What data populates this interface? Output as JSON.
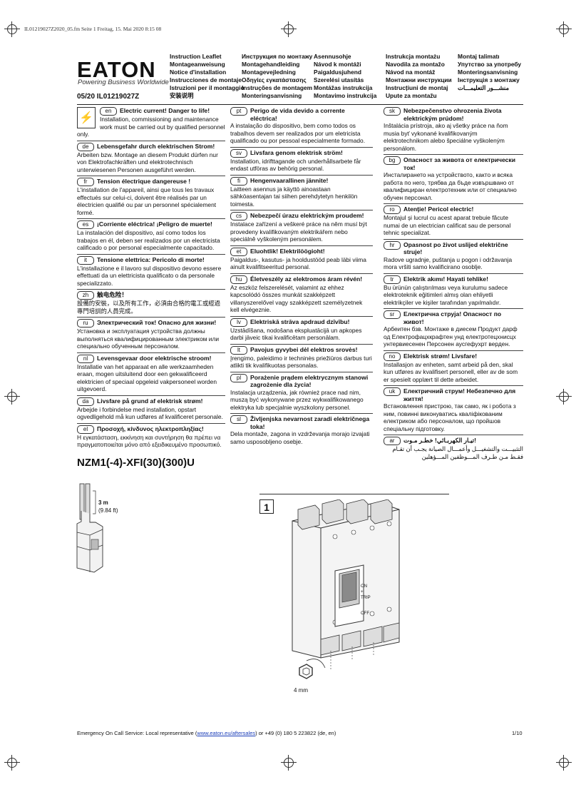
{
  "print_header": "IL01219027Z2020_05.fm  Seite 1  Freitag, 15. Mai 2020  8:15 08",
  "brand": {
    "logo_text": "EATON",
    "tagline": "Powering Business Worldwide",
    "doc_number": "05/20 IL01219027Z"
  },
  "leaflet_titles": {
    "col1": [
      "Instruction Leaflet",
      "Montageanweisung",
      "Notice d'installation",
      "Instrucciones de montaje",
      "Istruzioni per il montaggio",
      "安装说明"
    ],
    "col2": [
      "Инструкция по монтажу",
      "Montagehandleiding",
      "Montagevejledning",
      "Οδηγίες εγκατάστασης",
      "Instruções de montagem",
      "Monteringsanvisning"
    ],
    "col3": [
      "Asennusohje",
      "Návod k montáži",
      "Paigaldusjuhend",
      "Szerelési utasítás",
      "Montážas instrukcija",
      "Montavimo instrukcija"
    ],
    "col4": [
      "Instrukcja montażu",
      "Navodila za montažo",
      "Návod na montáž",
      "Монтажни инструкции",
      "Instrucțiuni de montaj",
      "Upute za montažu"
    ],
    "col5": [
      "Montaj talimatı",
      "Упутство за употребу",
      "Monteringsanvisning",
      "Інструкція з монтажу",
      "منشـــور التعليمـــات"
    ]
  },
  "warnings": {
    "col1": [
      {
        "lang": "en",
        "title": "Electric current! Danger to life!",
        "body": "Installation, commissioning and maintenance work must be carried out by qualified personnel only."
      },
      {
        "lang": "de",
        "title": "Lebensgefahr durch elektrischen Strom!",
        "body": "Arbeiten bzw. Montage an diesem Produkt dürfen nur von Elektrofachkräften und elektrotechnisch unterwiesenen Personen ausgeführt werden."
      },
      {
        "lang": "fr",
        "title": "Tension électrique dangereuse !",
        "body": "L'installation de l'appareil, ainsi que tous les travaux effectués sur celui-ci, doivent être réalisés par un électricien qualifié ou par un personnel spécialement formé."
      },
      {
        "lang": "es",
        "title": "¡Corriente eléctrica! ¡Peligro de muerte!",
        "body": "La instalación del dispositivo, así como todos los trabajos en él, deben ser realizados por un electricista calificado o por personal especialmente capacitado."
      },
      {
        "lang": "it",
        "title": "Tensione elettrica: Pericolo di morte!",
        "body": "L'installazione e il lavoro sul dispositivo devono essere effettuati da un elettricista qualificato o da personale specializzato."
      },
      {
        "lang": "zh",
        "title": "触电危险！",
        "body": "設備的安裝，以及所有工作，必須由合格的電工或經過專門培訓的人員完成。"
      },
      {
        "lang": "ru",
        "title": "Электрический ток! Опасно для жизни!",
        "body": "Установка и эксплуатация устройства должны выполняться квалифицированным электриком или специально обученным персоналом."
      },
      {
        "lang": "nl",
        "title": "Levensgevaar door elektrische stroom!",
        "body": "Installatie van het apparaat en alle werkzaamheden eraan, mogen uitsluitend door een gekwalificeerd elektricien of speciaal opgeleid vakpersoneel worden uitgevoerd."
      },
      {
        "lang": "da",
        "title": "Livsfare på grund af elektrisk strøm!",
        "body": "Arbejde i forbindelse med installation, opstart ogvedligehold må kun udføres af kvalificeret personale."
      },
      {
        "lang": "el",
        "title": "Προσοχή, κίνδυνος ηλεκτροπληξίας!",
        "body": "Η εγκατάσταση, εκκίνηση και συντήρηση θα πρέπει να πραγματοποιείται μόνο από εξειδικευμένο προσωπικό."
      }
    ],
    "col2": [
      {
        "lang": "pt",
        "title": "Perigo de vida devido a corrente eléctrica!",
        "body": "A instalação do dispositivo, bem como todos os trabalhos devem ser realizados por um eletricista qualificado ou por pessoal especialmente formado."
      },
      {
        "lang": "sv",
        "title": "Livsfara genom elektrisk ström!",
        "body": "Installation, idrifttagande och underhållsarbete får endast utföras av behörig personal."
      },
      {
        "lang": "fi",
        "title": "Hengenvaarallinen jännite!",
        "body": "Laitteen asennus ja käyttö ainoastaan sähköasentajan tai siihen perehdytetyn henkilön toimesta."
      },
      {
        "lang": "cs",
        "title": "Nebezpečí úrazu elektrickým proudem!",
        "body": "Instalace zařízení a veškeré práce na něm musí být provedeny kvalifikovaným elektrikářem nebo speciálně vyškoleným personálem."
      },
      {
        "lang": "et",
        "title": "Eluohtlik! Elektrilöögioht!",
        "body": "Paigaldus-, kasutus- ja hooldustööd peab läbi viima ainult kvalifitseeritud personal."
      },
      {
        "lang": "hu",
        "title": "Életveszély az elektromos áram révén!",
        "body": "Az eszköz felszerelését, valamint az ehhez kapcsolódó összes munkát szakképzett villanyszerelővel vagy szakképzett személyzetnek kell elvégeznie."
      },
      {
        "lang": "lv",
        "title": "Elektriskā strāva apdraud dzīvību!",
        "body": "Uzstādīšana, nodošana ekspluatācijā un apkopes darbi jāveic tikai kvalificētam personālam."
      },
      {
        "lang": "lt",
        "title": "Pavojus gyvybei dėl elektros srovės!",
        "body": "Įrengimo, paleidimo ir techninės priežiūros darbus turi atlikti tik kvalifikuotas personalas."
      },
      {
        "lang": "pl",
        "title": "Porażenie prądem elektrycznym stanowi zagrożenie dla życia!",
        "body": "Instalacja urządzenia, jak również prace nad nim, muszą być wykonywane przez wykwalifikowanego elektryka lub specjalnie wyszkolony personel."
      },
      {
        "lang": "sl",
        "title": "Življenjska nevarnost zaradi električnega toka!",
        "body": "Dela montaže, zagona in vzdrževanja morajo izvajati samo usposobljeno osebje."
      }
    ],
    "col3": [
      {
        "lang": "sk",
        "title": "Nebezpečenstvo ohrozenia života elektrickým prúdom!",
        "body": "Inštalácia prístroja, ako aj všetky práce na ňom musia byť vykonané kvalifikovaným elektrotechnikom alebo špeciálne vyškoleným personálom."
      },
      {
        "lang": "bg",
        "title": "Опасност за живота от електрически ток!",
        "body": "Инсталирането на устройството, както и всяка работа по него, трябва да бъде извършвано от квалифициран електротехник или от специално обучен персонал."
      },
      {
        "lang": "ro",
        "title": "Atenţie! Pericol electric!",
        "body": "Montajul şi lucrul cu acest aparat trebuie făcute numai de un electrician calificat sau de personal tehnic specializat."
      },
      {
        "lang": "hr",
        "title": "Opasnost po život uslijed električne struje!",
        "body": "Radove ugradnje, puštanja u pogon i održavanja mora vršiti samo kvalificirano osoblje."
      },
      {
        "lang": "tr",
        "title": "Elektrik akımı! Hayati tehlike!",
        "body": "Bu ürünün çalıştırılması veya kurulumu sadece elektroteknik eğitimleri almış olan ehliyetli elektrikçiler ve kişiler tarafından yapılmalıdır."
      },
      {
        "lang": "sr",
        "title": "Електрична струја! Опасност по живот!",
        "body": "Арбеитен бзв. Монтаже в диесем Продукт дарф од Електрофацхкрафтен унд електротецхнисцх унтервиесенен Персонен аусгефухрт верден."
      },
      {
        "lang": "no",
        "title": "Elektrisk strøm! Livsfare!",
        "body": "Installasjon av enheten, samt arbeid på den, skal kun utføres av kvalifisert personell, eller av de som er spesielt opplært til dette arbeidet."
      },
      {
        "lang": "uk",
        "title": "Електричний струм! Небезпечно для життя!",
        "body": "Встановлення пристрою, так само, як і робота з ним, повинні виконуватись кваліфікованим електриком або персоналом, що пройшов спеціальну підготовку."
      },
      {
        "lang": "ar",
        "title": "تيـار الكهربـائي! خطـر مـوت!",
        "body": "التثبيـــت والتشغيـــل وأعمـــال الصيانة يجـب أن تقـام فقـط مـن طـرف المـــوظفين المـــؤهلين"
      }
    ]
  },
  "product_title": "NZM1(-4)-XFI(30)(300)U",
  "figure": {
    "cable_length": "3 m",
    "cable_length_ft": "(9.84 ft)",
    "step_number": "1",
    "switch_labels": [
      "ON",
      "+",
      "TRIP",
      "OFF"
    ],
    "tool_size": "4 mm"
  },
  "footer": {
    "text_before": "Emergency On Call Service: Local representative (",
    "link": "www.eaton.eu/aftersales",
    "text_after": ") or +49 (0) 180 5 223822 (de, en)",
    "page": "1/10"
  }
}
